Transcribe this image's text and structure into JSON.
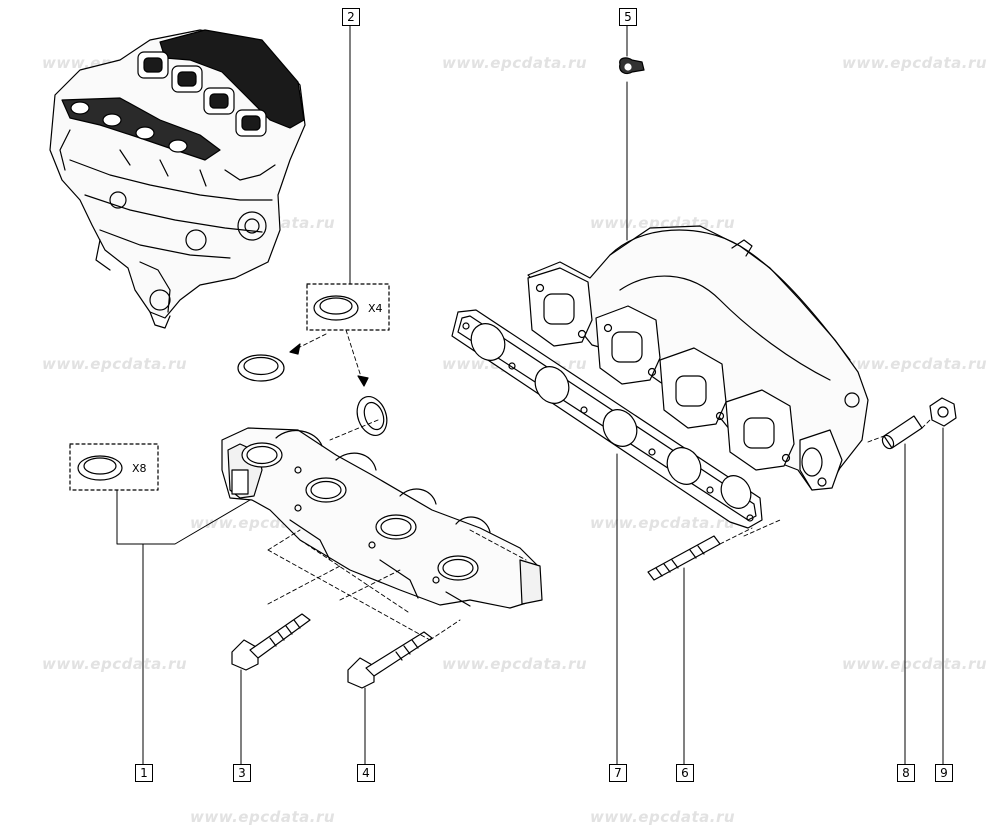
{
  "watermark": {
    "text": "www.epcdata.ru"
  },
  "callouts": [
    "1",
    "2",
    "3",
    "4",
    "5",
    "6",
    "7",
    "8",
    "9"
  ],
  "quantities": {
    "seals_upper": "X4",
    "seals_left": "X8"
  }
}
